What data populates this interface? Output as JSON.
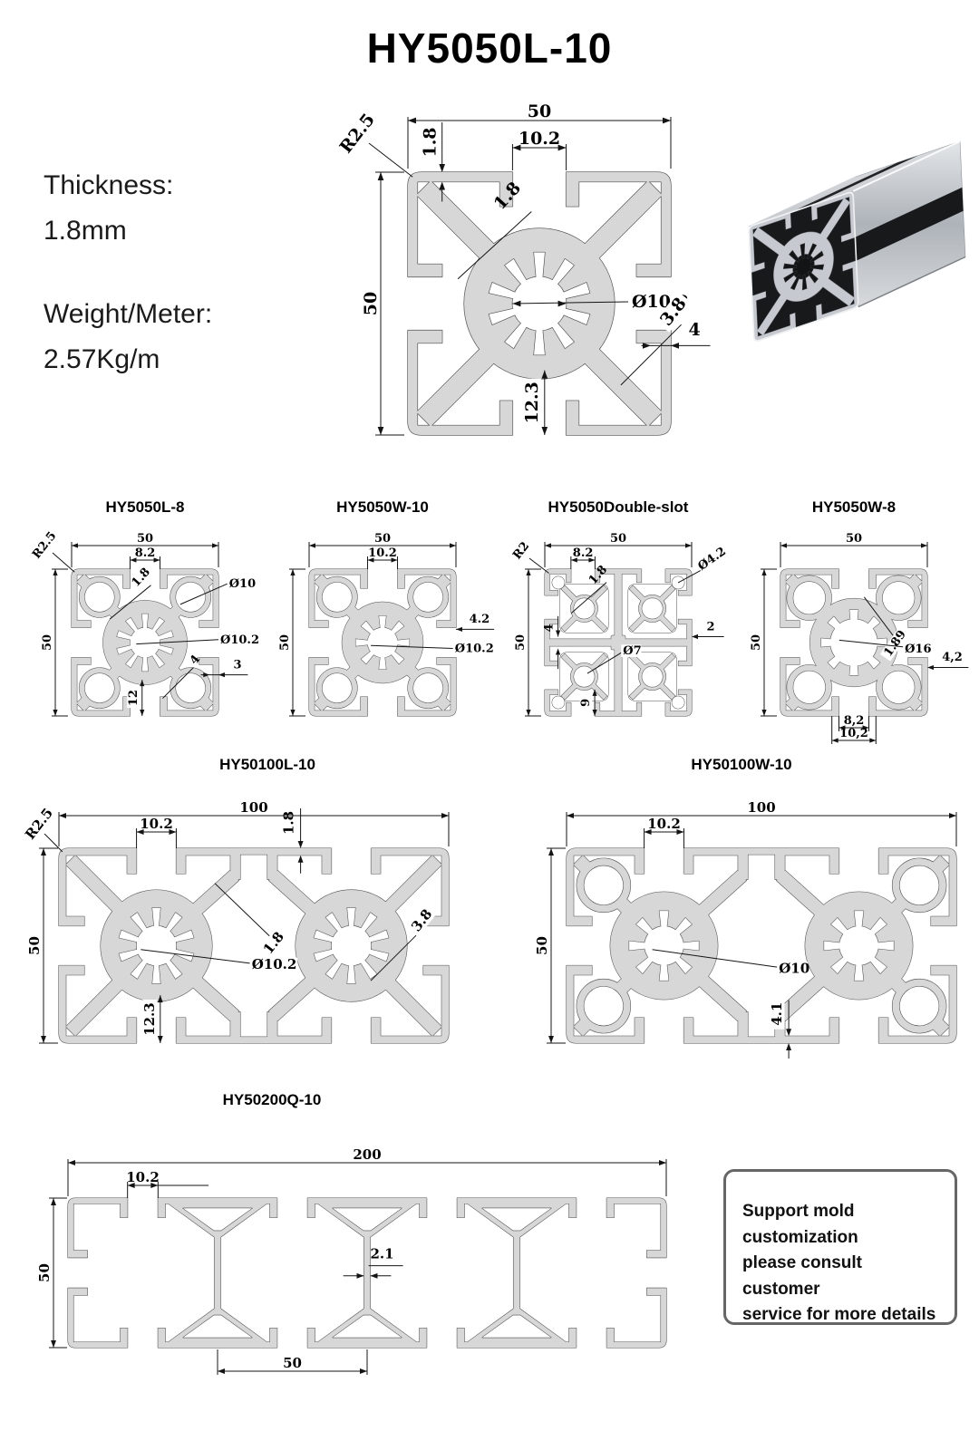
{
  "page": {
    "title": "HY5050L-10",
    "specs": {
      "thickness_label": "Thickness:",
      "thickness_value": "1.8mm",
      "weight_label": "Weight/Meter:",
      "weight_value": "2.57Kg/m"
    },
    "note_lines": [
      "Support mold",
      "customization",
      "please consult customer",
      "service for more details"
    ]
  },
  "drawings": {
    "main": {
      "title": "HY5050L-10",
      "dims": {
        "width": "50",
        "height": "50",
        "slot": "10.2",
        "wall_top": "1.8",
        "radius": "R2.5",
        "wall_diag": "1.8",
        "bore": "Ø10.2",
        "web": "3.8",
        "lip": "4",
        "slot_depth": "12.3"
      }
    },
    "l8": {
      "title": "HY5050L-8",
      "dims": {
        "width": "50",
        "height": "50",
        "radius": "R2.5",
        "slot": "8.2",
        "wall_diag": "1.8",
        "corner_hole": "Ø10",
        "bore": "Ø10.2",
        "side": "3",
        "web": "4",
        "slot_depth": "12"
      }
    },
    "w10": {
      "title": "HY5050W-10",
      "dims": {
        "width": "50",
        "height": "50",
        "slot": "10.2",
        "side": "4.2",
        "bore": "Ø10.2"
      }
    },
    "ds": {
      "title": "HY5050Double-slot",
      "dims": {
        "width": "50",
        "height": "50",
        "radius": "R2",
        "slot": "8.2",
        "wall_diag": "1.8",
        "corner_hole": "Ø4.2",
        "stub": "4",
        "rib": "2",
        "center_hole": "Ø7",
        "slot_depth": "9"
      }
    },
    "w8": {
      "title": "HY5050W-8",
      "dims": {
        "width": "50",
        "height": "50",
        "wall_diag": "1.89",
        "bore": "Ø16",
        "side": "4,2",
        "slot": "8,2",
        "slot_outer": "10,2"
      }
    },
    "l100": {
      "title": "HY50100L-10",
      "dims": {
        "width": "100",
        "height": "50",
        "radius": "R2.5",
        "slot": "10.2",
        "wall_top": "1.8",
        "wall_diag": "1.8",
        "bore": "Ø10.2",
        "web": "3.8",
        "slot_depth": "12.3"
      }
    },
    "w100": {
      "title": "HY50100W-10",
      "dims": {
        "width": "100",
        "height": "50",
        "slot": "10.2",
        "bore": "Ø10",
        "wall_bottom": "4.1"
      }
    },
    "q200": {
      "title": "HY50200Q-10",
      "dims": {
        "width": "200",
        "height": "50",
        "slot": "10.2",
        "web": "2.1",
        "cell": "50"
      }
    }
  },
  "colors": {
    "profile_fill": "#d7d7d7",
    "outline": "#4f4f4f",
    "dim_line": "#141414",
    "metal_light": "#f2f4f5",
    "metal_mid": "#c6cad0",
    "metal_dark": "#17191b"
  }
}
